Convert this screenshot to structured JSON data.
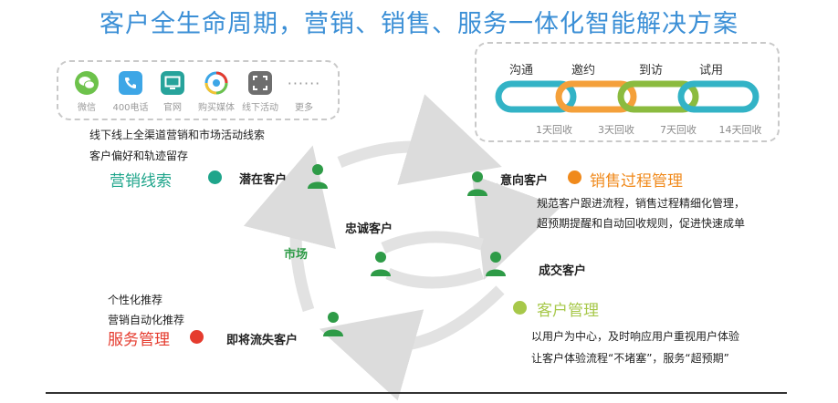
{
  "title": "客户全生命周期，营销、销售、服务一体化智能解决方案",
  "channels": [
    {
      "label": "微信",
      "icon": "wechat-icon",
      "color": "#6dc24b"
    },
    {
      "label": "400电话",
      "icon": "phone-icon",
      "color": "#3da6e6"
    },
    {
      "label": "官网",
      "icon": "website-icon",
      "color": "#27a39b"
    },
    {
      "label": "购买媒体",
      "icon": "media-icon",
      "color": "#e9a23b"
    },
    {
      "label": "线下活动",
      "icon": "offline-scan-icon",
      "color": "#6e6e6e"
    },
    {
      "label": "更多",
      "icon": "more-icon",
      "color": "#9a9a9a"
    }
  ],
  "funnel": {
    "stages": [
      "沟通",
      "邀约",
      "到访",
      "试用"
    ],
    "days": [
      "1天回收",
      "3天回收",
      "7天回收",
      "14天回收"
    ],
    "colors": [
      "#33b3c6",
      "#f4a03a",
      "#8bbb3f",
      "#33b3c6"
    ]
  },
  "lifecycle": {
    "marketing_note": [
      "线下线上全渠道营销和市场活动线索",
      "客户偏好和轨迹留存"
    ],
    "marketing_title": "营销线索",
    "marketing_color": "#1fa58b",
    "node_potential": "潜在客户",
    "node_intent": "意向客户",
    "node_loyal": "忠诚客户",
    "node_deal": "成交客户",
    "node_churn": "即将流失客户",
    "market_label": "市场",
    "sales_title": "销售过程管理",
    "sales_color": "#f08a1c",
    "sales_note": [
      "规范客户跟进流程，销售过程精细化管理，",
      "超预期提醒和自动回收规则，促进快速成单"
    ],
    "customer_title": "客户管理",
    "customer_color": "#a7c84a",
    "customer_note": [
      "以用户为中心，及时响应用户重视用户体验",
      "让客户体验流程“不堵塞”，服务“超预期”"
    ],
    "service_note": [
      "个性化推荐",
      "营销自动化推荐"
    ],
    "service_title": "服务管理",
    "service_color": "#e53b2e",
    "person_color": "#2e9b47",
    "market_color": "#2e9b47"
  }
}
